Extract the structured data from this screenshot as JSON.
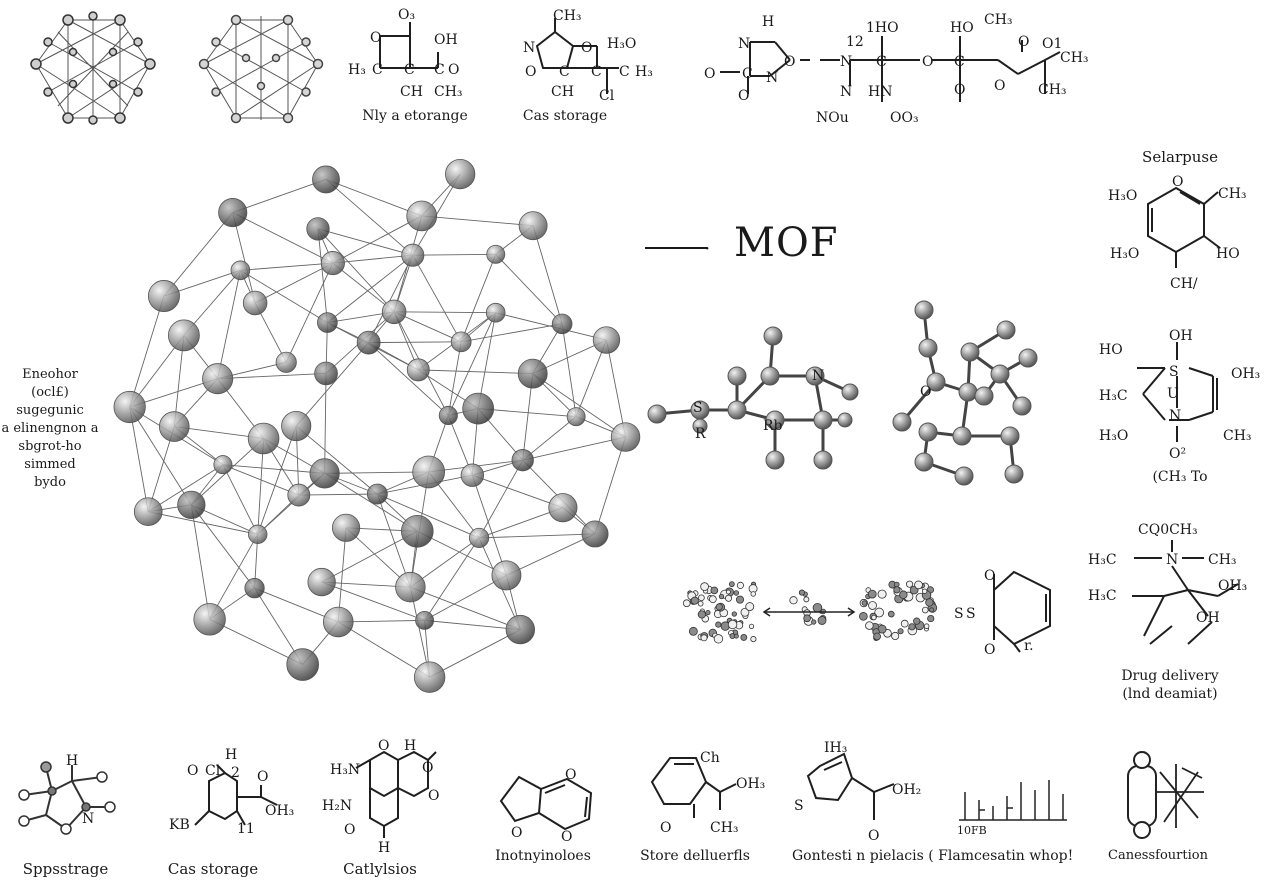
{
  "title": "MOF",
  "side_annotation": [
    "Eneohor",
    "(ocl£)",
    "sugegunic",
    "a elinengnon a",
    "sbgrot-ho",
    "simmed",
    "bydo"
  ],
  "top_row": {
    "captions": [
      "Nly a etorange",
      "Cas storage"
    ],
    "formula_a": {
      "top": "O₃",
      "left": "H₃",
      "oh": "OH",
      "ch": "CH",
      "ch3": "CH₃",
      "o": "O"
    },
    "formula_b": {
      "top": "CH₃",
      "ho": "H₃O",
      "ch": "CH",
      "h3": "H₃",
      "ci": "Cl",
      "o": "O",
      "n": "N"
    },
    "formula_c": {
      "h": "H",
      "n": "N",
      "o": "O",
      "n12": "12",
      "hoh": "1HO",
      "hn": "HN",
      "nou": "NOu",
      "oo3": "OO₃",
      "ho": "HO",
      "ch3a": "CH₃",
      "ch3b": "CH₃",
      "ch3c": "CH₃",
      "o1": "O1"
    }
  },
  "right_column": {
    "heading": "Selarpuse",
    "mol1": {
      "h3o_a": "H₃O",
      "h3o_b": "H₃O",
      "o": "O",
      "ch3": "CH₃",
      "ho": "HO",
      "ch": "CH/"
    },
    "mol2": {
      "oh": "OH",
      "ho": "HO",
      "s": "S",
      "oh3": "OH₃",
      "h3c": "H₃C",
      "n": "N",
      "h3o": "H₃O",
      "ch3": "CH₃",
      "o2": "O²",
      "u": "U"
    },
    "mol2_caption": "(CH₃  To",
    "mol3": {
      "top": "CQ0CH₃",
      "h3c_a": "H₃C",
      "n": "N",
      "ch3": "CH₃",
      "oh3": "OH₃",
      "h3c_b": "H₃C",
      "oh": "OH"
    },
    "mol3_caption": [
      "Drug delivery",
      "(lnd deamiat)"
    ]
  },
  "middle_right": {
    "ball_labels": {
      "s": "S",
      "n": "N",
      "r": "R",
      "rb": "Rb",
      "o": "O"
    },
    "phenol": {
      "o": "O",
      "s": "S",
      "o2": "O",
      "r": "r."
    }
  },
  "bottom_row": {
    "captions": [
      "Sppsstrage",
      "Cas storage",
      "Catlylsios",
      "Inotnyinoloes",
      "Store delluerfls",
      "Gontesti n pielacis ( Flamcesatin whop!",
      "Canessfourtion"
    ],
    "labels": {
      "h": "H",
      "n": "N",
      "ci": "Cl",
      "oh3": "OH₃",
      "kb": "KB",
      "n11": "11",
      "n2": "2",
      "h3n": "H₃N",
      "h2n": "H₂N",
      "o": "O",
      "ih3": "IH₃",
      "ch": "Ch",
      "ch3": "CH₃",
      "oh2": "OH₂",
      "s": "S",
      "tick": "10FB"
    }
  },
  "colors": {
    "ink": "#1a1a1a",
    "atom_fill": "#8e8e8e",
    "atom_dark": "#555555",
    "edge": "#555555",
    "background": "#ffffff"
  }
}
